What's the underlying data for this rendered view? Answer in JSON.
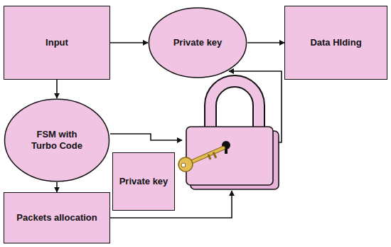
{
  "diagram": {
    "nodes": [
      {
        "text": [
          "Input"
        ]
      },
      {
        "text": [
          "Private key"
        ]
      },
      {
        "text": [
          "Data HIding"
        ]
      },
      {
        "text": [
          "FSM with Turbo Code"
        ]
      },
      {
        "text": [
          "Private key"
        ]
      },
      {
        "text": [
          "Packets allocation"
        ]
      }
    ],
    "edges": [
      {
        "from": 0,
        "to": 1,
        "arrow": "to"
      },
      {
        "from": 1,
        "to": 2,
        "arrow": "to"
      },
      {
        "from": 0,
        "to": 3,
        "arrow": "to"
      },
      {
        "from": 3,
        "to": 5,
        "arrow": "to"
      }
    ]
  }
}
